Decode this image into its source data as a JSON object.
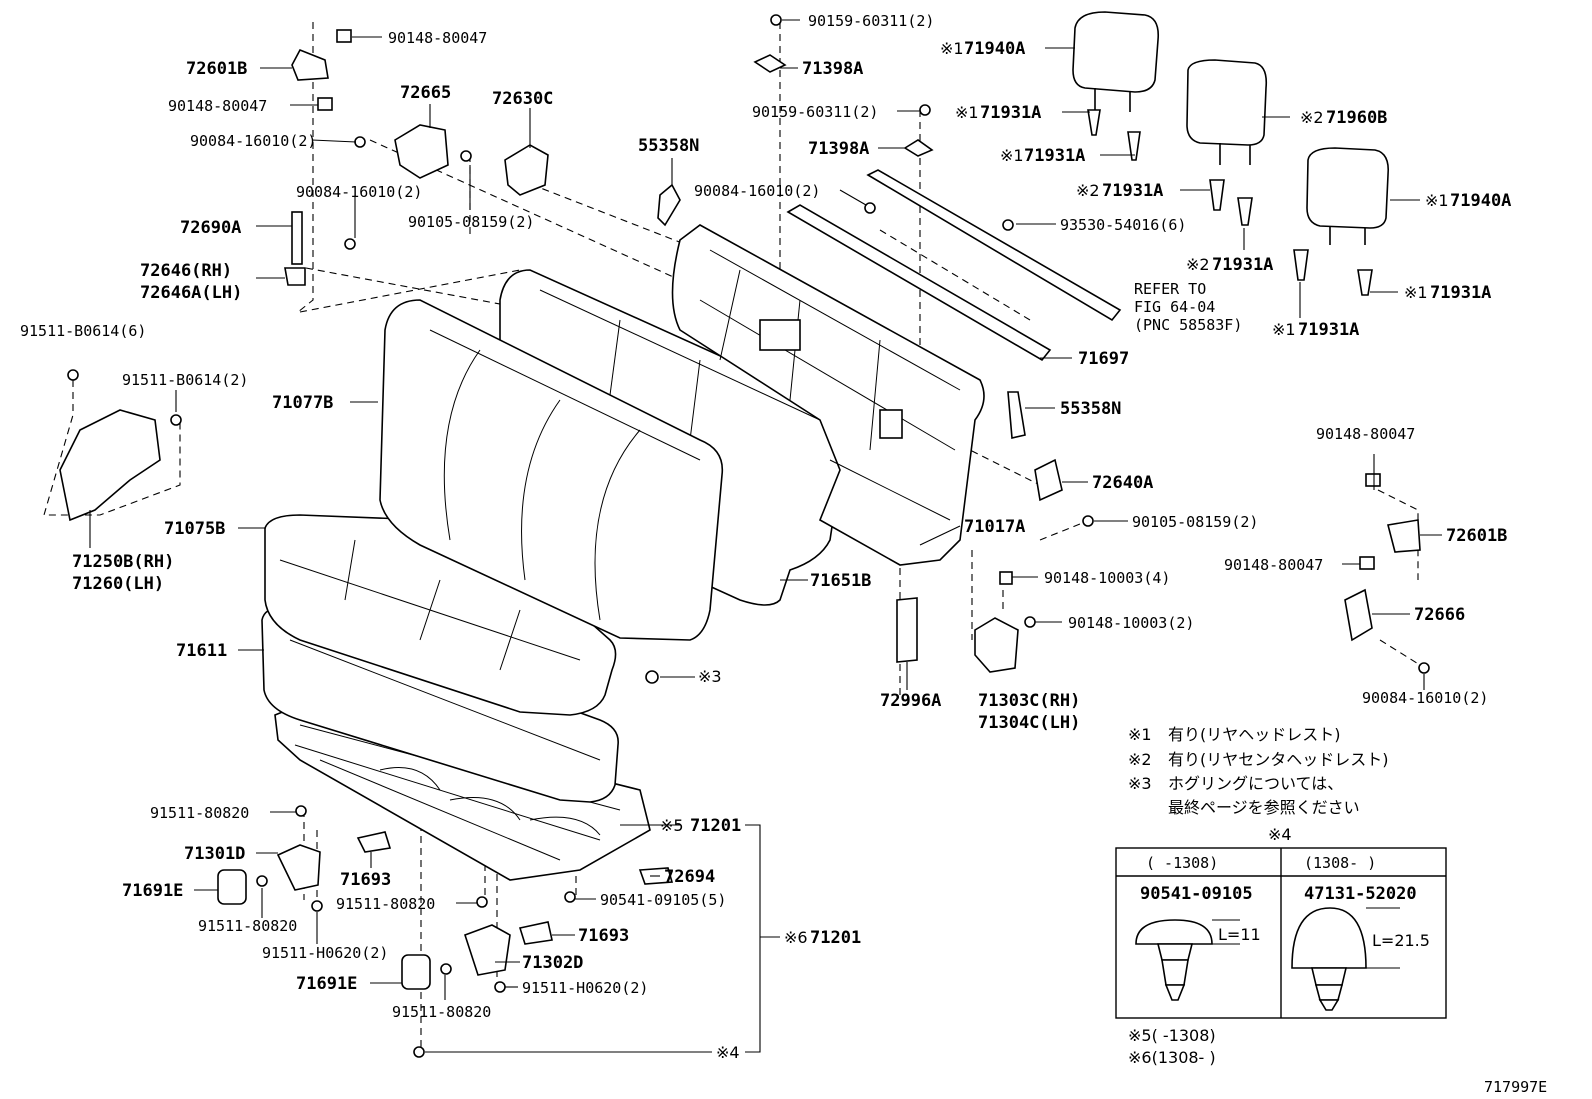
{
  "figure_code": "717997E",
  "labels": {
    "p72601B_top": "72601B",
    "b90148_80047_a": "90148-80047",
    "b90148_80047_b": "90148-80047",
    "b90084_16010_a": "90084-16010(2)",
    "b90084_16010_b": "90084-16010(2)",
    "p72665": "72665",
    "p72630C": "72630C",
    "b90105_08159_a": "90105-08159(2)",
    "p72690A": "72690A",
    "p72646": "72646(RH)",
    "p72646A": "72646A(LH)",
    "b91511_B0614_6": "91511-B0614(6)",
    "b91511_B0614_2": "91511-B0614(2)",
    "p71250B": "71250B(RH)",
    "p71260": "71260(LH)",
    "p71077B": "71077B",
    "p71075B": "71075B",
    "p71611": "71611",
    "b90159_60311_a": "90159-60311(2)",
    "p71398A_a": "71398A",
    "b90159_60311_b": "90159-60311(2)",
    "p71398A_b": "71398A",
    "p55358N_a": "55358N",
    "b90084_16010_c": "90084-16010(2)",
    "p71940A_a": "71940A",
    "p71931A_1": "71931A",
    "p71931A_2": "71931A",
    "p71960B": "71960B",
    "p71931A_3": "71931A",
    "p71931A_4": "71931A",
    "p71940A_b": "71940A",
    "p71931A_5": "71931A",
    "p71931A_6": "71931A",
    "b93530_54016": "93530-54016(6)",
    "refer1": "REFER TO",
    "refer2": "FIG 64-04",
    "refer3": "(PNC 58583F)",
    "p71697": "71697",
    "p55358N_b": "55358N",
    "p72640A": "72640A",
    "b90105_08159_b": "90105-08159(2)",
    "p71017A": "71017A",
    "p71651B": "71651B",
    "b90148_10003_4": "90148-10003(4)",
    "b90148_10003_2": "90148-10003(2)",
    "p72996A": "72996A",
    "p71303C": "71303C(RH)",
    "p71304C": "71304C(LH)",
    "b90148_80047_c": "90148-80047",
    "p72601B_r": "72601B",
    "b90148_80047_d": "90148-80047",
    "p72666": "72666",
    "b90084_16010_d": "90084-16010(2)",
    "x3": "3",
    "b91511_80820_a": "91511-80820",
    "p71301D": "71301D",
    "p71693_a": "71693",
    "p71691E_a": "71691E",
    "b91511_80820_b": "91511-80820",
    "b91511_H0620_a": "91511-H0620(2)",
    "b91511_80820_c": "91511-80820",
    "p71201_5": "71201",
    "p72694": "72694",
    "b90541_09105": "90541-09105(5)",
    "p71693_b": "71693",
    "p71201_6": "71201",
    "p71302D": "71302D",
    "p71691E_b": "71691E",
    "b91511_H0620_b": "91511-H0620(2)",
    "b91511_80820_d": "91511-80820",
    "x4": "4"
  },
  "marks": {
    "m1": "※1",
    "m2": "※2",
    "m3": "※3",
    "m4": "※4",
    "m5": "※5",
    "m6": "※6"
  },
  "notes": {
    "n1_mark": "※1",
    "n1_text": "有り(リヤヘッドレスト)",
    "n2_mark": "※2",
    "n2_text": "有り(リヤセンタヘッドレスト)",
    "n3_mark": "※3",
    "n3_text": "ホグリングについては、",
    "n3_text2": "最終ページを参照ください"
  },
  "table": {
    "title": "※4",
    "col1_header": "(     -1308)",
    "col2_header": "(1308-     )",
    "col1_part": "90541-09105",
    "col2_part": "47131-52020",
    "col1_dim": "L=11",
    "col2_dim": "L=21.5"
  },
  "footnotes": {
    "f5": "※5(     -1308)",
    "f6": "※6(1308-     )"
  }
}
